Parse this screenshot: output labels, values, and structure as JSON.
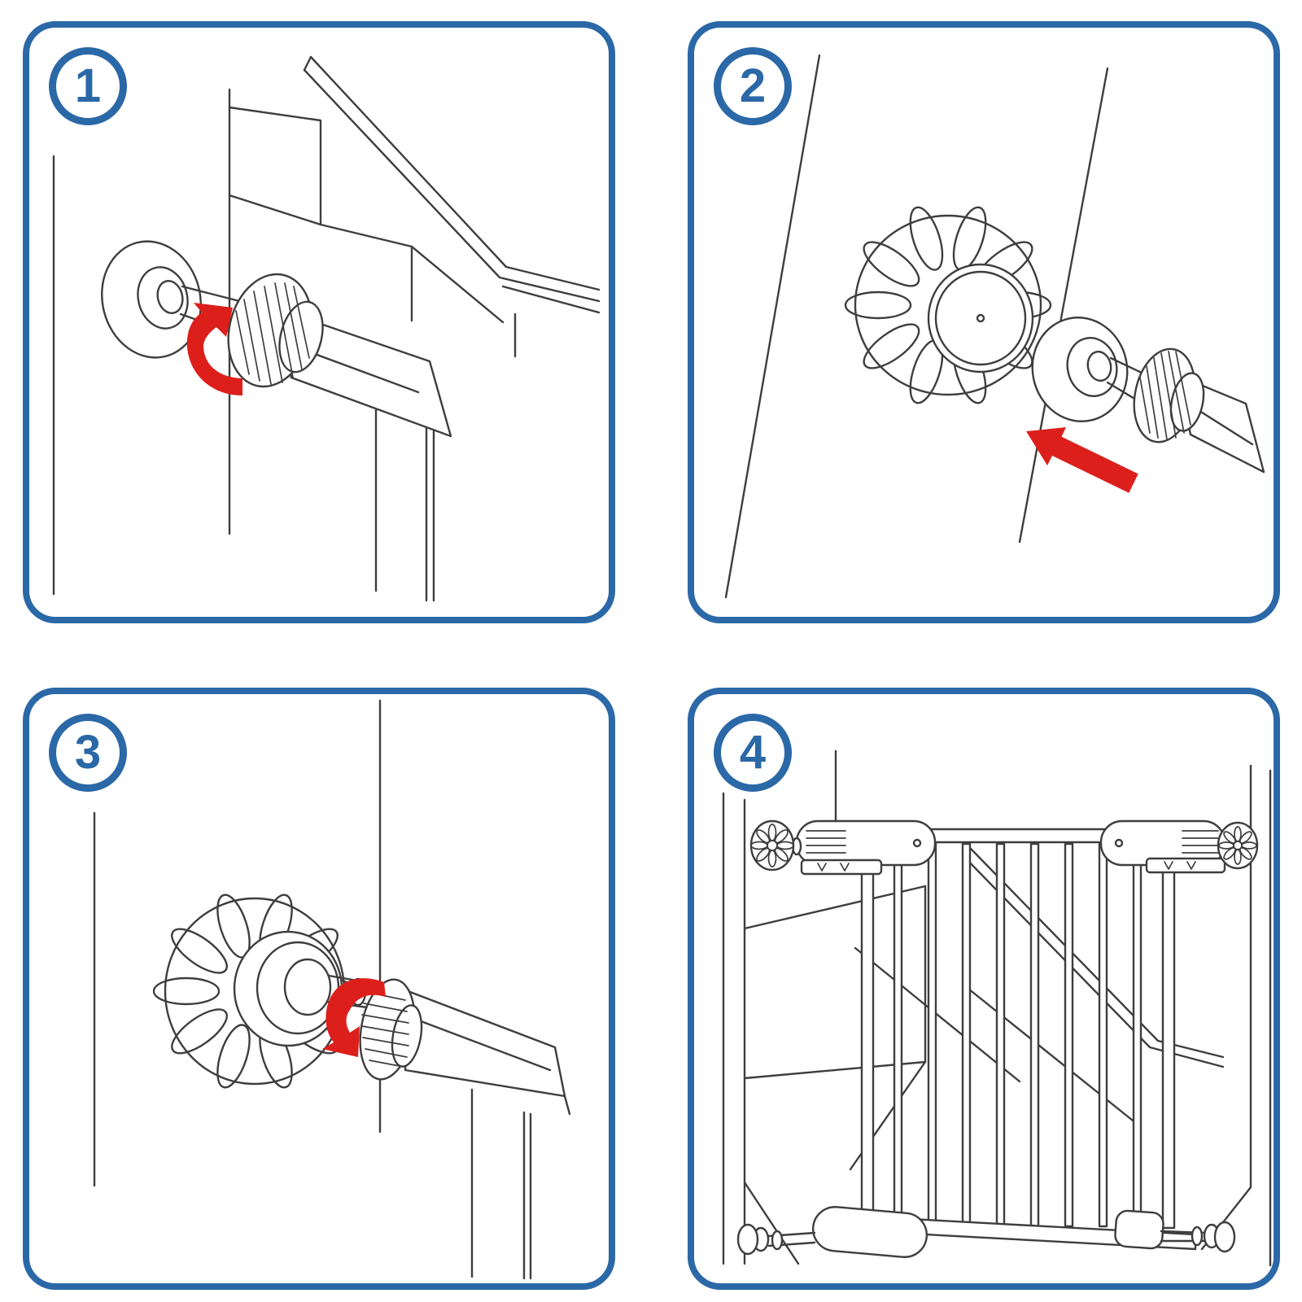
{
  "style": {
    "panel_border_color": "#2B68A7",
    "line_color": "#3E3E3E",
    "arrow_color": "#DD1F1C"
  },
  "panels": [
    {
      "id": "step-1",
      "number": "1",
      "illustration": "spindle-bolt-screwed-into-gate-frame-beside-stairs",
      "arrow_icon": "rotate-counterclockwise-arrow"
    },
    {
      "id": "step-2",
      "number": "2",
      "illustration": "wall-cup-aligned-with-spindle-bolt",
      "arrow_icon": "push-toward-wall-arrow"
    },
    {
      "id": "step-3",
      "number": "3",
      "illustration": "spindle-bolt-tightened-into-wall-cup",
      "arrow_icon": "rotate-clockwise-arrow"
    },
    {
      "id": "step-4",
      "number": "4",
      "illustration": "safety-gate-installed-in-doorway",
      "arrow_icon": ""
    }
  ]
}
